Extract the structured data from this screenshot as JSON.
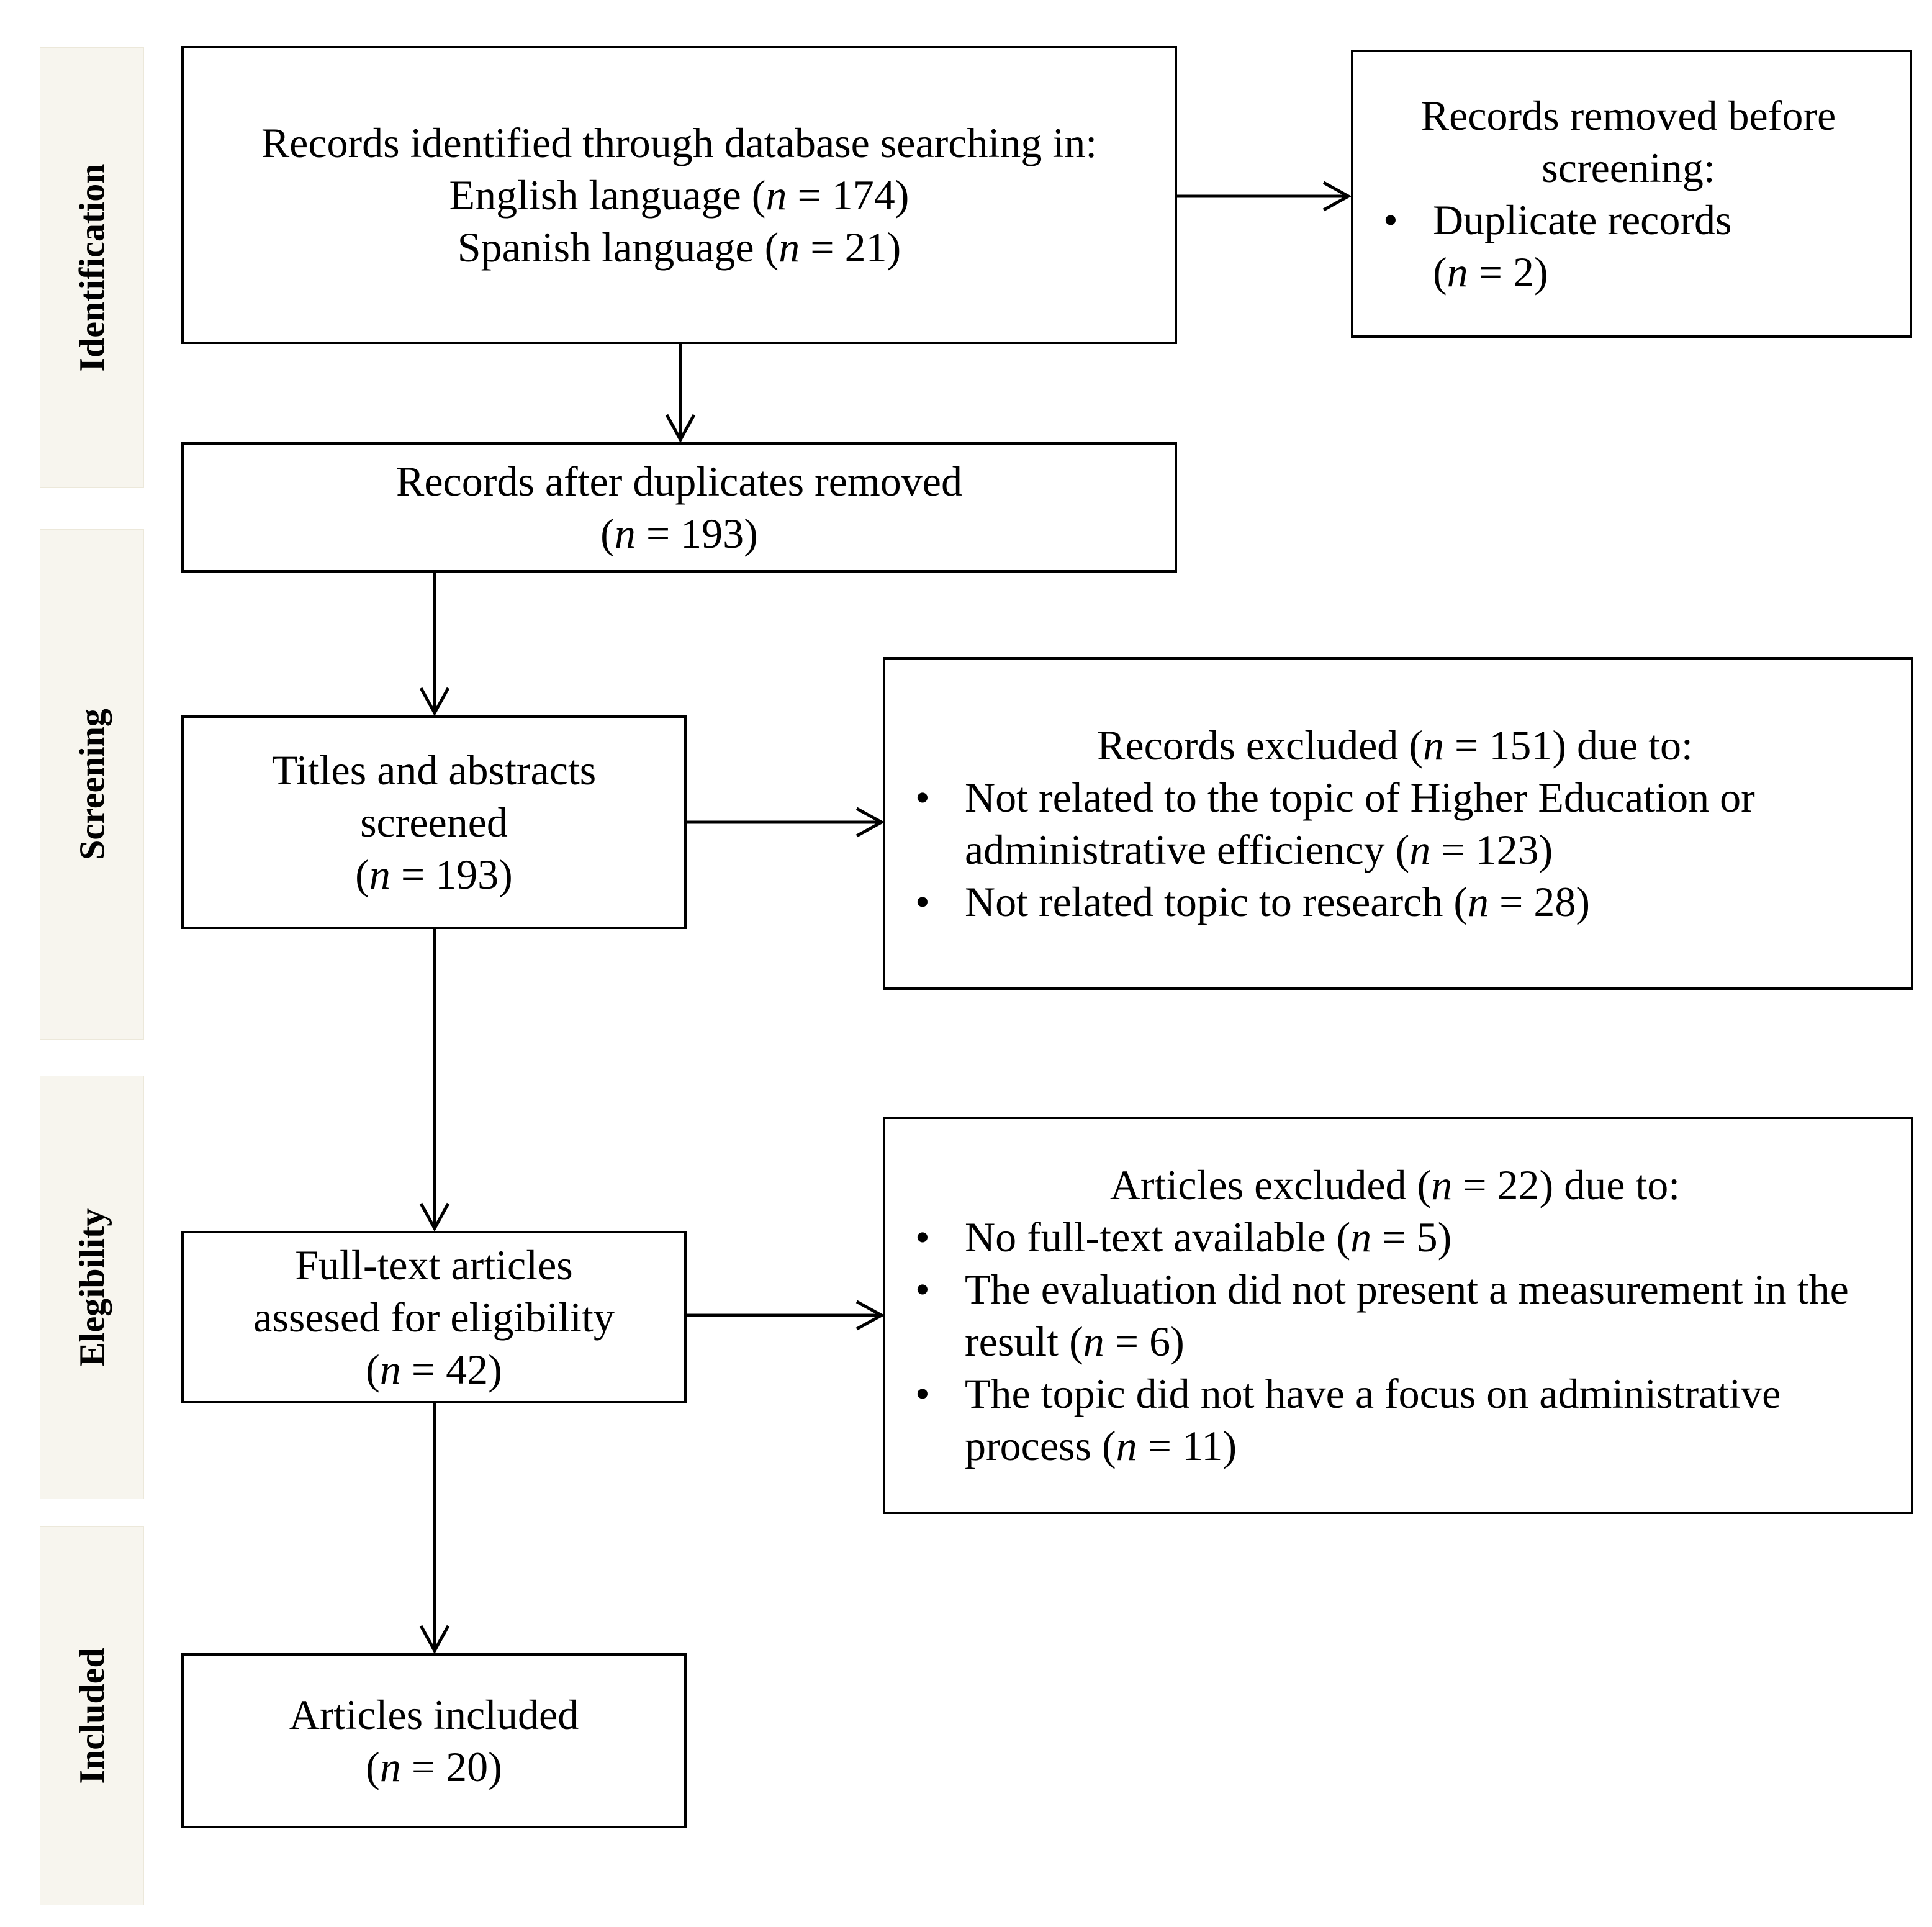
{
  "phases": {
    "identification": "Identification",
    "screening": "Screening",
    "eligibility": "Elegibility",
    "included": "Included"
  },
  "identified": {
    "line1": "Records identified  through database searching in:",
    "english_label": "English language",
    "english_n": "174",
    "spanish_label": "Spanish language",
    "spanish_n": "21"
  },
  "removed_before": {
    "title_line1": "Records removed before",
    "title_line2": "screening:",
    "item": "Duplicate records",
    "item_n": "2"
  },
  "after_duplicates": {
    "title": "Records after duplicates removed",
    "n": "193"
  },
  "screened": {
    "line1": "Titles and abstracts",
    "line2": "screened",
    "n": "193"
  },
  "records_excluded": {
    "title_prefix": "Records excluded",
    "n": "151",
    "title_suffix": "due to:",
    "items": [
      {
        "text": "Not related to the topic of Higher Education or administrative efficiency",
        "n": "123"
      },
      {
        "text": "Not related topic to research",
        "n": "28"
      }
    ]
  },
  "full_text": {
    "line1": "Full-text articles",
    "line2": "assesed for eligibility",
    "n": "42"
  },
  "articles_excluded": {
    "title_prefix": "Articles excluded",
    "n": "22",
    "title_suffix": "due to:",
    "items": [
      {
        "text": "No full-text available",
        "n": "5"
      },
      {
        "text": "The evaluation did not present a measurement in the result",
        "n": "6"
      },
      {
        "text": "The topic did not have a focus on administrative process",
        "n": "11"
      }
    ]
  },
  "included": {
    "title": "Articles included",
    "n": "20"
  }
}
